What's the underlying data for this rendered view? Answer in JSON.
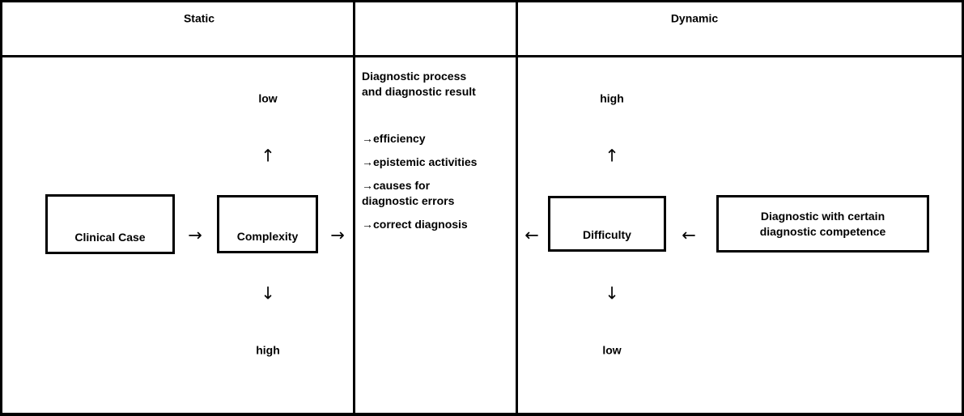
{
  "header": {
    "static_label": "Static",
    "dynamic_label": "Dynamic"
  },
  "left_panel": {
    "top_label": "low",
    "up_arrow": "↑",
    "clinical_case_box": "Clinical Case",
    "arrow_to_complexity": "→",
    "complexity_box": "Complexity",
    "arrow_to_middle": "→",
    "down_arrow": "↓",
    "bottom_label": "high"
  },
  "middle_panel": {
    "title": "Diagnostic process\nand diagnostic result",
    "items": [
      "→efficiency",
      "→epistemic activities",
      "→causes for\ndiagnostic errors",
      "→correct diagnosis"
    ]
  },
  "right_panel": {
    "top_label": "high",
    "up_arrow": "↑",
    "arrow_from_middle": "←",
    "difficulty_box": "Difficulty",
    "arrow_from_diagnostic": "←",
    "diagnostic_box": "Diagnostic with certain\ndiagnostic competence",
    "down_arrow": "↓",
    "bottom_label": "low"
  },
  "colors": {
    "line": "#000000",
    "background": "#ffffff",
    "text": "#000000"
  }
}
